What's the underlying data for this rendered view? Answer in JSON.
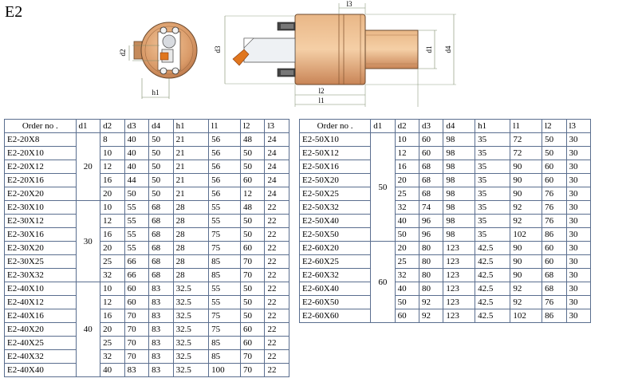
{
  "title": "E2",
  "dimension_labels": {
    "front": [
      "d2",
      "h1"
    ],
    "side": [
      "l3",
      "d3",
      "d1",
      "d4",
      "l2",
      "l1"
    ]
  },
  "table_left": {
    "headers": [
      "Order no .",
      "d1",
      "d2",
      "d3",
      "d4",
      "h1",
      "l1",
      "l2",
      "l3"
    ],
    "groups": [
      {
        "d1": "20",
        "rows": [
          {
            "order": "E2-20X8",
            "vals": [
              "8",
              "40",
              "50",
              "21",
              "56",
              "48",
              "24"
            ]
          },
          {
            "order": "E2-20X10",
            "vals": [
              "10",
              "40",
              "50",
              "21",
              "56",
              "50",
              "24"
            ]
          },
          {
            "order": "E2-20X12",
            "vals": [
              "12",
              "40",
              "50",
              "21",
              "56",
              "50",
              "24"
            ]
          },
          {
            "order": "E2-20X16",
            "vals": [
              "16",
              "44",
              "50",
              "21",
              "56",
              "60",
              "24"
            ]
          },
          {
            "order": "E2-20X20",
            "vals": [
              "20",
              "50",
              "50",
              "21",
              "56",
              "12",
              "24"
            ]
          }
        ]
      },
      {
        "d1": "30",
        "rows": [
          {
            "order": "E2-30X10",
            "vals": [
              "10",
              "55",
              "68",
              "28",
              "55",
              "48",
              "22"
            ]
          },
          {
            "order": "E2-30X12",
            "vals": [
              "12",
              "55",
              "68",
              "28",
              "55",
              "50",
              "22"
            ]
          },
          {
            "order": "E2-30X16",
            "vals": [
              "16",
              "55",
              "68",
              "28",
              "75",
              "50",
              "22"
            ]
          },
          {
            "order": "E2-30X20",
            "vals": [
              "20",
              "55",
              "68",
              "28",
              "75",
              "60",
              "22"
            ]
          },
          {
            "order": "E2-30X25",
            "vals": [
              "25",
              "66",
              "68",
              "28",
              "85",
              "70",
              "22"
            ]
          },
          {
            "order": "E2-30X32",
            "vals": [
              "32",
              "66",
              "68",
              "28",
              "85",
              "70",
              "22"
            ]
          }
        ]
      },
      {
        "d1": "40",
        "rows": [
          {
            "order": "E2-40X10",
            "vals": [
              "10",
              "60",
              "83",
              "32.5",
              "55",
              "50",
              "22"
            ]
          },
          {
            "order": "E2-40X12",
            "vals": [
              "12",
              "60",
              "83",
              "32.5",
              "55",
              "50",
              "22"
            ]
          },
          {
            "order": "E2-40X16",
            "vals": [
              "16",
              "70",
              "83",
              "32.5",
              "75",
              "50",
              "22"
            ]
          },
          {
            "order": "E2-40X20",
            "vals": [
              "20",
              "70",
              "83",
              "32.5",
              "75",
              "60",
              "22"
            ]
          },
          {
            "order": "E2-40X25",
            "vals": [
              "25",
              "70",
              "83",
              "32.5",
              "85",
              "60",
              "22"
            ]
          },
          {
            "order": "E2-40X32",
            "vals": [
              "32",
              "70",
              "83",
              "32.5",
              "85",
              "70",
              "22"
            ]
          },
          {
            "order": "E2-40X40",
            "vals": [
              "40",
              "83",
              "83",
              "32.5",
              "100",
              "70",
              "22"
            ]
          }
        ]
      }
    ]
  },
  "table_right": {
    "headers": [
      "Order no .",
      "d1",
      "d2",
      "d3",
      "d4",
      "h1",
      "l1",
      "l2",
      "l3"
    ],
    "groups": [
      {
        "d1": "50",
        "rows": [
          {
            "order": "E2-50X10",
            "vals": [
              "10",
              "60",
              "98",
              "35",
              "72",
              "50",
              "30"
            ]
          },
          {
            "order": "E2-50X12",
            "vals": [
              "12",
              "60",
              "98",
              "35",
              "72",
              "50",
              "30"
            ]
          },
          {
            "order": "E2-50X16",
            "vals": [
              "16",
              "68",
              "98",
              "35",
              "90",
              "60",
              "30"
            ]
          },
          {
            "order": "E2-50X20",
            "vals": [
              "20",
              "68",
              "98",
              "35",
              "90",
              "60",
              "30"
            ]
          },
          {
            "order": "E2-50X25",
            "vals": [
              "25",
              "68",
              "98",
              "35",
              "90",
              "76",
              "30"
            ]
          },
          {
            "order": "E2-50X32",
            "vals": [
              "32",
              "74",
              "98",
              "35",
              "92",
              "76",
              "30"
            ]
          },
          {
            "order": "E2-50X40",
            "vals": [
              "40",
              "96",
              "98",
              "35",
              "92",
              "76",
              "30"
            ]
          },
          {
            "order": "E2-50X50",
            "vals": [
              "50",
              "96",
              "98",
              "35",
              "102",
              "86",
              "30"
            ]
          }
        ]
      },
      {
        "d1": "60",
        "rows": [
          {
            "order": "E2-60X20",
            "vals": [
              "20",
              "80",
              "123",
              "42.5",
              "90",
              "60",
              "30"
            ]
          },
          {
            "order": "E2-60X25",
            "vals": [
              "25",
              "80",
              "123",
              "42.5",
              "90",
              "60",
              "30"
            ]
          },
          {
            "order": "E2-60X32",
            "vals": [
              "32",
              "80",
              "123",
              "42.5",
              "90",
              "68",
              "30"
            ]
          },
          {
            "order": "E2-60X40",
            "vals": [
              "40",
              "80",
              "123",
              "42.5",
              "92",
              "68",
              "30"
            ]
          },
          {
            "order": "E2-60X50",
            "vals": [
              "50",
              "92",
              "123",
              "42.5",
              "92",
              "76",
              "30"
            ]
          },
          {
            "order": "E2-60X60",
            "vals": [
              "60",
              "92",
              "123",
              "42.5",
              "102",
              "86",
              "30"
            ]
          }
        ]
      }
    ]
  }
}
